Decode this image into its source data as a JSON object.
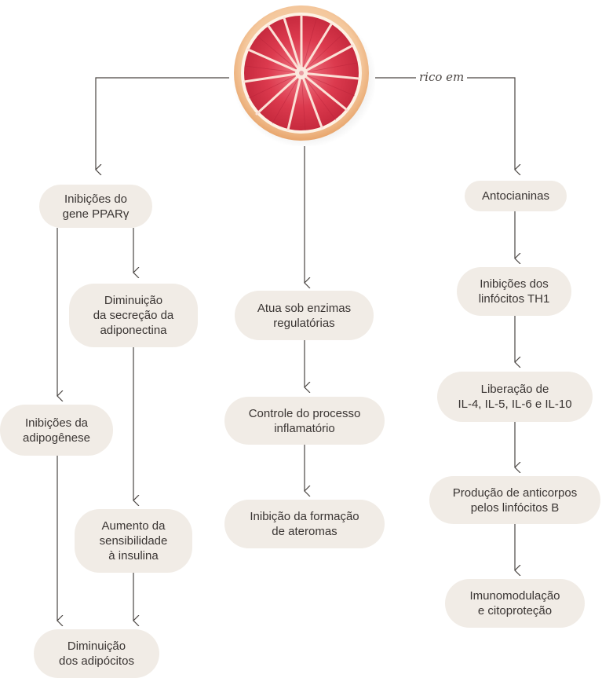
{
  "edge_label": "rico em",
  "fruit_icon": "grapefruit-icon",
  "colors": {
    "node_fill": "#f1ece6",
    "text": "#3a3533",
    "line": "#4a4542",
    "pulp": "#d9364a",
    "rind": "#f2c49a"
  },
  "nodes": {
    "pparg": "Inibições do\ngene PPARγ",
    "adiponectina": "Diminuição\nda secreção da\nadiponectina",
    "adipogenese": "Inibições da\nadipogênese",
    "insulina": "Aumento da\nsensibilidade\nà insulina",
    "adipocitos": "Diminuição\ndos adipócitos",
    "enzimas": "Atua sob enzimas\nregulatórias",
    "inflamatorio": "Controle do processo\ninflamatório",
    "ateromas": "Inibição da formação\nde ateromas",
    "antocianinas": "Antocianinas",
    "th1": "Inibições dos\nlinfócitos TH1",
    "interleucinas": "Liberação de\nIL-4, IL-5, IL-6 e IL-10",
    "anticorpos": "Produção de anticorpos\npelos linfócitos B",
    "imunomodulacao": "Imunomodulação\ne citoproteção"
  }
}
